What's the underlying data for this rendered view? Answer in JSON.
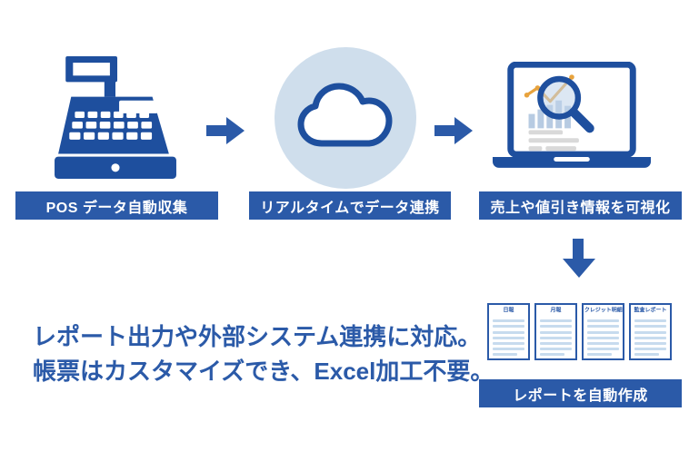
{
  "palette": {
    "icon_blue": "#1E4F9E",
    "label_bar_blue": "#2B5AA8",
    "cloud_circle_light_blue": "#CFDEEC",
    "chart_bar_light_blue": "#B7CBE2",
    "lens_light_blue": "#BFD4E9",
    "accent_orange": "#E8A33D",
    "doc_line_blue": "#C7DBEE",
    "gray_text_line": "#D9D9D9",
    "text_blue": "#2B5AA8",
    "background": "#FFFFFF"
  },
  "steps": [
    {
      "icon": "pos-register-icon",
      "label": "POS データ自動収集"
    },
    {
      "icon": "cloud-icon",
      "label": "リアルタイムでデータ連携"
    },
    {
      "icon": "laptop-analytics-icon",
      "label": "売上や値引き情報を可視化"
    }
  ],
  "reports": {
    "documents": [
      {
        "title": "日報"
      },
      {
        "title": "月報"
      },
      {
        "title": "クレジット明細"
      },
      {
        "title": "監査レポート"
      }
    ],
    "label": "レポートを自動作成"
  },
  "description": {
    "line1": "レポート出力や外部システム連携に対応。",
    "line2": "帳票はカスタマイズでき、Excel加工不要。"
  }
}
